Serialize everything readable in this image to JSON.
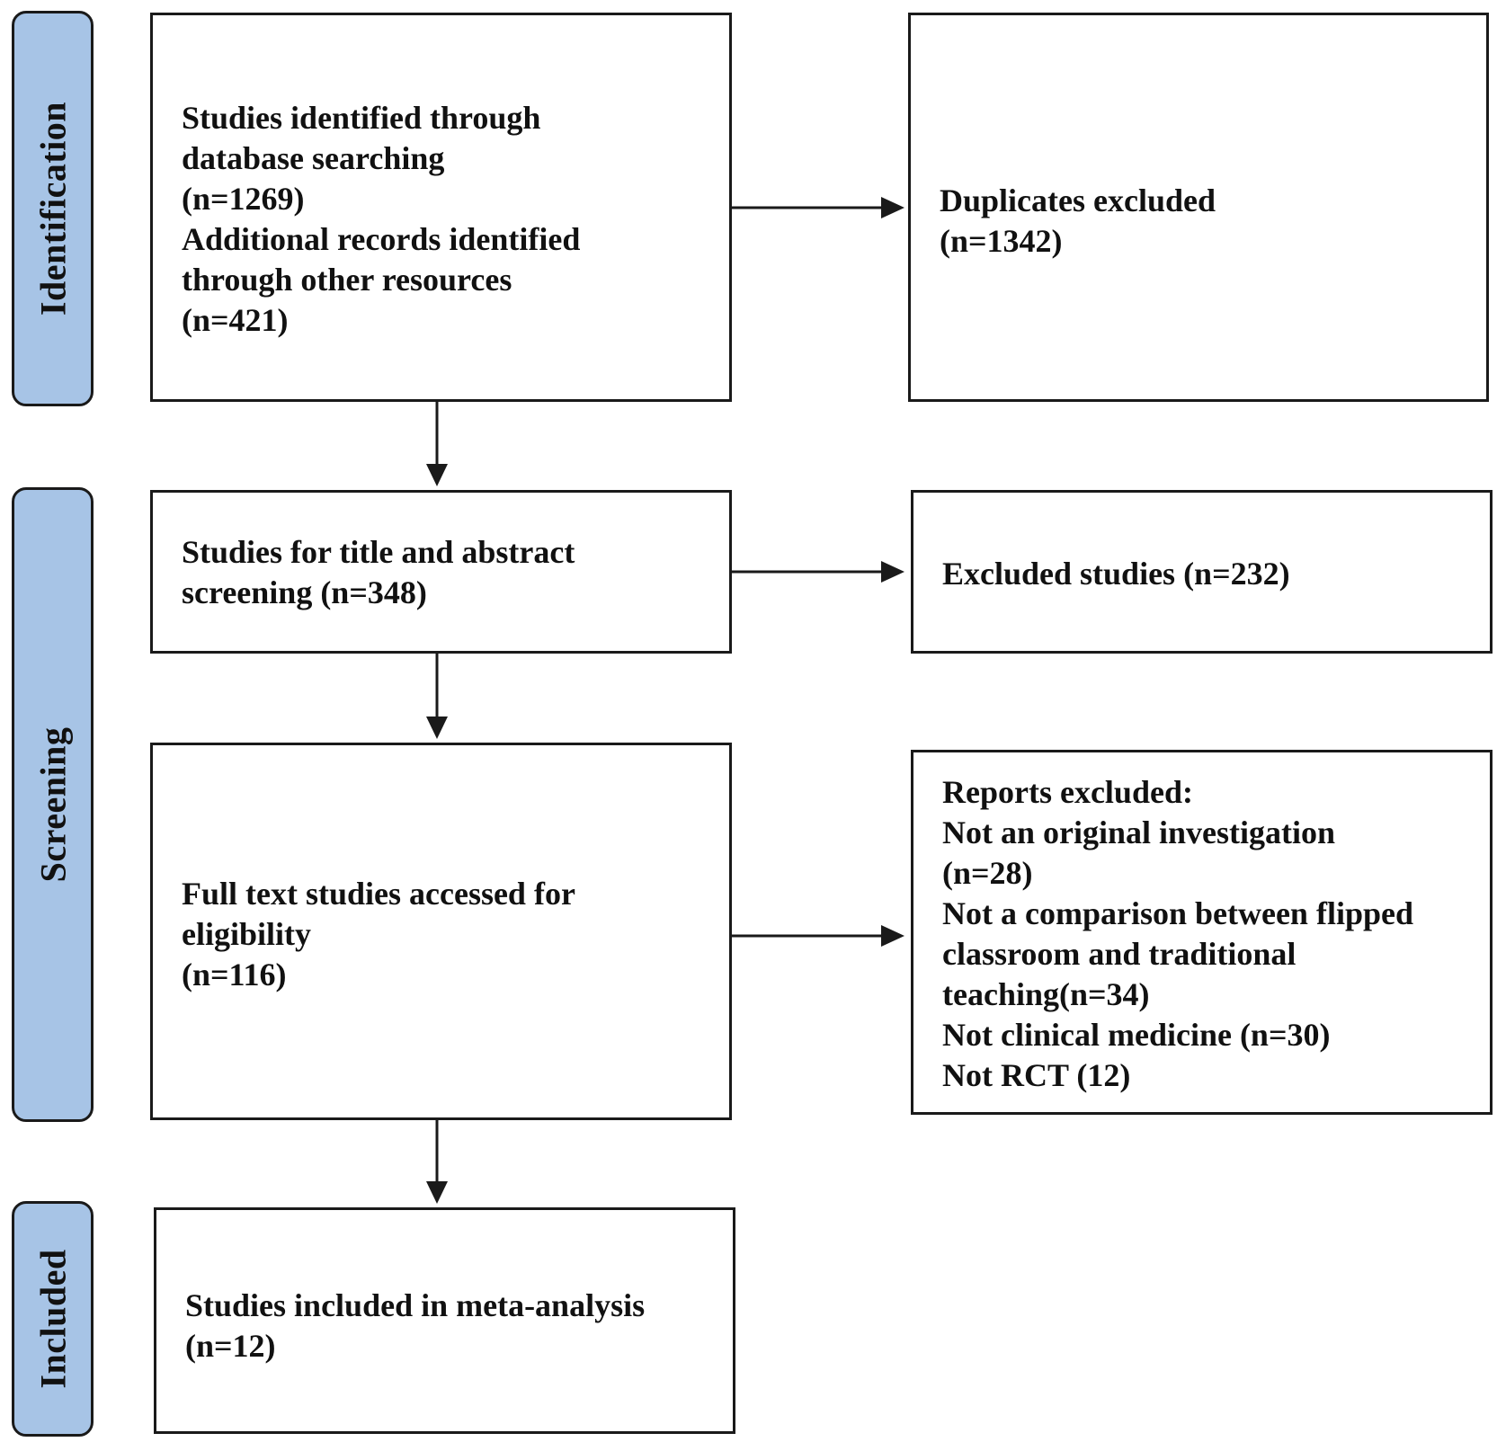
{
  "phases": {
    "identification": "Identification",
    "screening": "Screening",
    "included": "Included"
  },
  "boxes": {
    "identified": {
      "lines": [
        "Studies identified through",
        "database searching",
        "(n=1269)",
        "Additional records identified",
        "through other resources",
        "(n=421)"
      ]
    },
    "duplicates": {
      "lines": [
        "Duplicates excluded",
        "(n=1342)"
      ]
    },
    "screening": {
      "lines": [
        "Studies for title and abstract",
        "screening (n=348)"
      ]
    },
    "excluded": {
      "lines": [
        "Excluded studies (n=232)"
      ]
    },
    "fulltext": {
      "lines": [
        "Full text studies accessed for",
        "eligibility",
        "(n=116)"
      ]
    },
    "reports": {
      "lines": [
        "Reports excluded:",
        "Not an original investigation",
        "(n=28)",
        "Not a comparison between flipped",
        "classroom and traditional",
        "teaching(n=34)",
        "Not clinical medicine (n=30)",
        "Not RCT (12)"
      ]
    },
    "included": {
      "lines": [
        "Studies included in meta-analysis",
        "(n=12)"
      ]
    }
  }
}
